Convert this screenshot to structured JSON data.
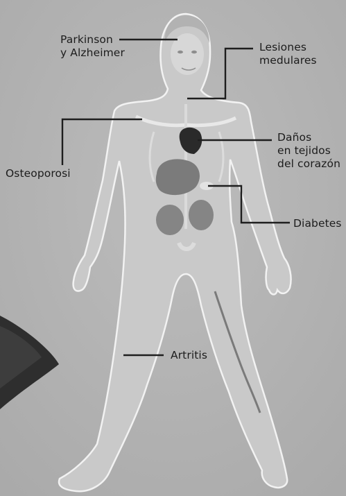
{
  "labels": {
    "parkinson": [
      "Parkinson",
      "y Alzheimer"
    ],
    "lesiones": [
      "Lesiones",
      "medulares"
    ],
    "osteoporosi": "Osteoporosi",
    "danos": [
      "Daños",
      "en tejidos",
      "del corazón"
    ],
    "diabetes": "Diabetes",
    "artritis": "Artritis"
  },
  "colors": {
    "background": "#b3b3b3",
    "body_fill": "#c9c9c9",
    "body_outline": "#f2f2f2",
    "organs": "#7d7d7d",
    "heart": "#2a2a2a",
    "lines": "#1e1e1e"
  }
}
